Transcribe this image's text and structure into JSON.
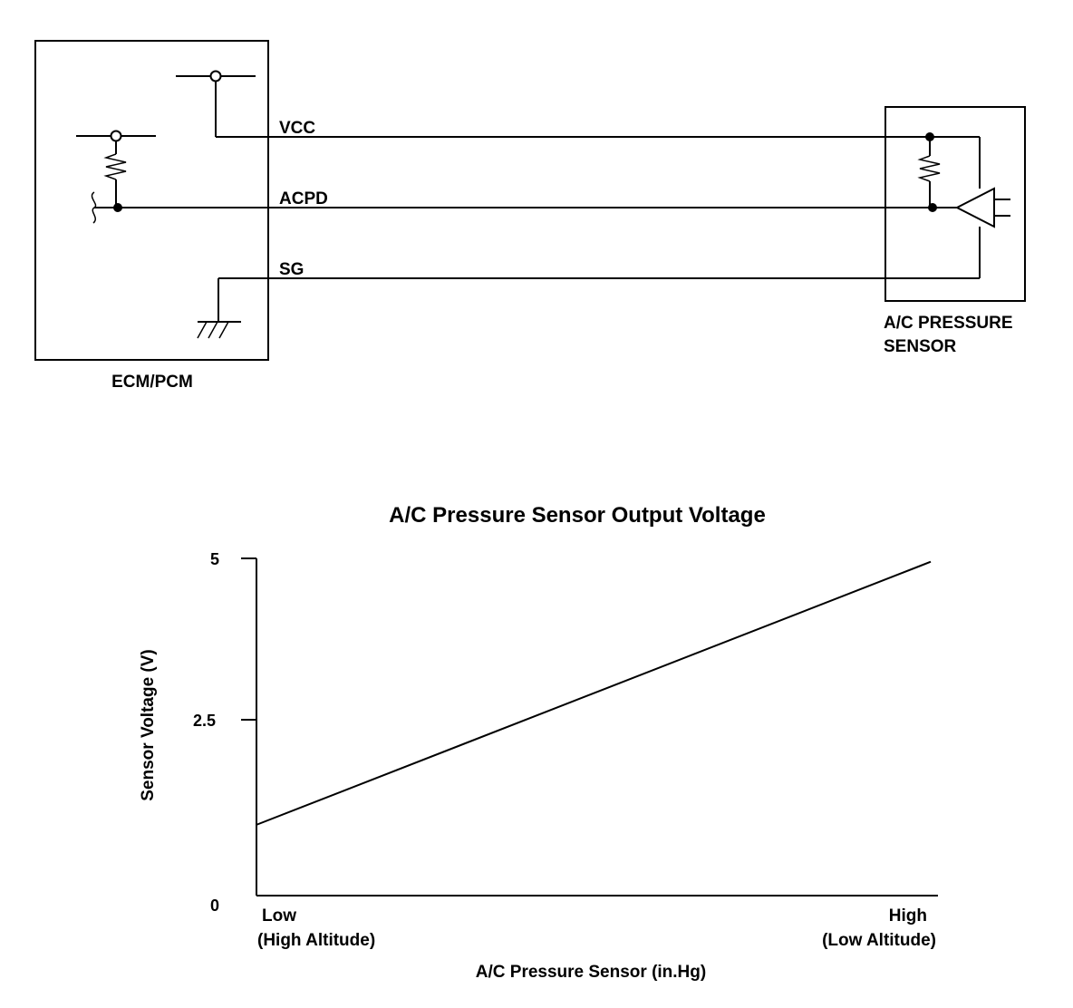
{
  "diagram": {
    "ecm_label": "ECM/PCM",
    "sensor_label_line1": "A/C PRESSURE",
    "sensor_label_line2": "SENSOR",
    "wires": {
      "vcc": "VCC",
      "acpd": "ACPD",
      "sg": "SG"
    }
  },
  "chart_data": {
    "type": "line",
    "title": "A/C Pressure Sensor Output Voltage",
    "xlabel": "A/C Pressure Sensor (in.Hg)",
    "ylabel": "Sensor Voltage (V)",
    "x_ticks": [
      {
        "line1": "Low",
        "line2": "(High Altitude)"
      },
      {
        "line1": "High",
        "line2": "(Low Altitude)"
      }
    ],
    "y_ticks": [
      "0",
      "2.5",
      "5"
    ],
    "ylim": [
      0,
      5
    ],
    "xlim": [
      0,
      1
    ],
    "series": [
      {
        "x": [
          0,
          1
        ],
        "y": [
          1.05,
          4.95
        ]
      }
    ],
    "grid": false
  }
}
